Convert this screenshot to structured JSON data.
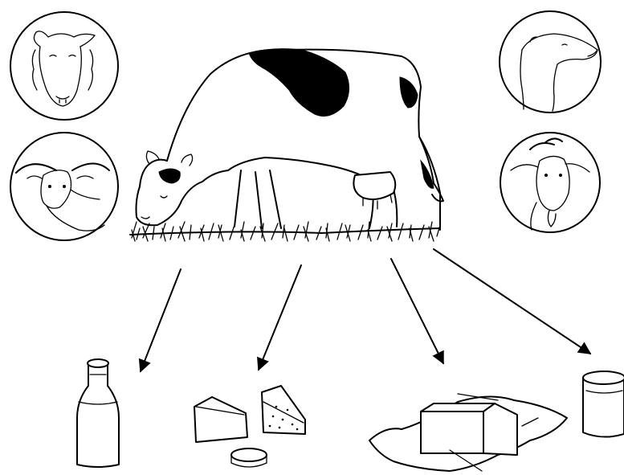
{
  "diagram": {
    "center_animal": "cow",
    "other_dairy_animals": [
      "sheep",
      "water-buffalo",
      "camel",
      "goat"
    ],
    "products": [
      "milk",
      "cheese",
      "butter",
      "yogurt"
    ],
    "flows": [
      {
        "from": "cow",
        "to": "milk"
      },
      {
        "from": "cow",
        "to": "cheese"
      },
      {
        "from": "cow",
        "to": "butter"
      },
      {
        "from": "cow",
        "to": "yogurt"
      }
    ]
  },
  "colors": {
    "ink": "#000000",
    "paper": "#ffffff"
  }
}
